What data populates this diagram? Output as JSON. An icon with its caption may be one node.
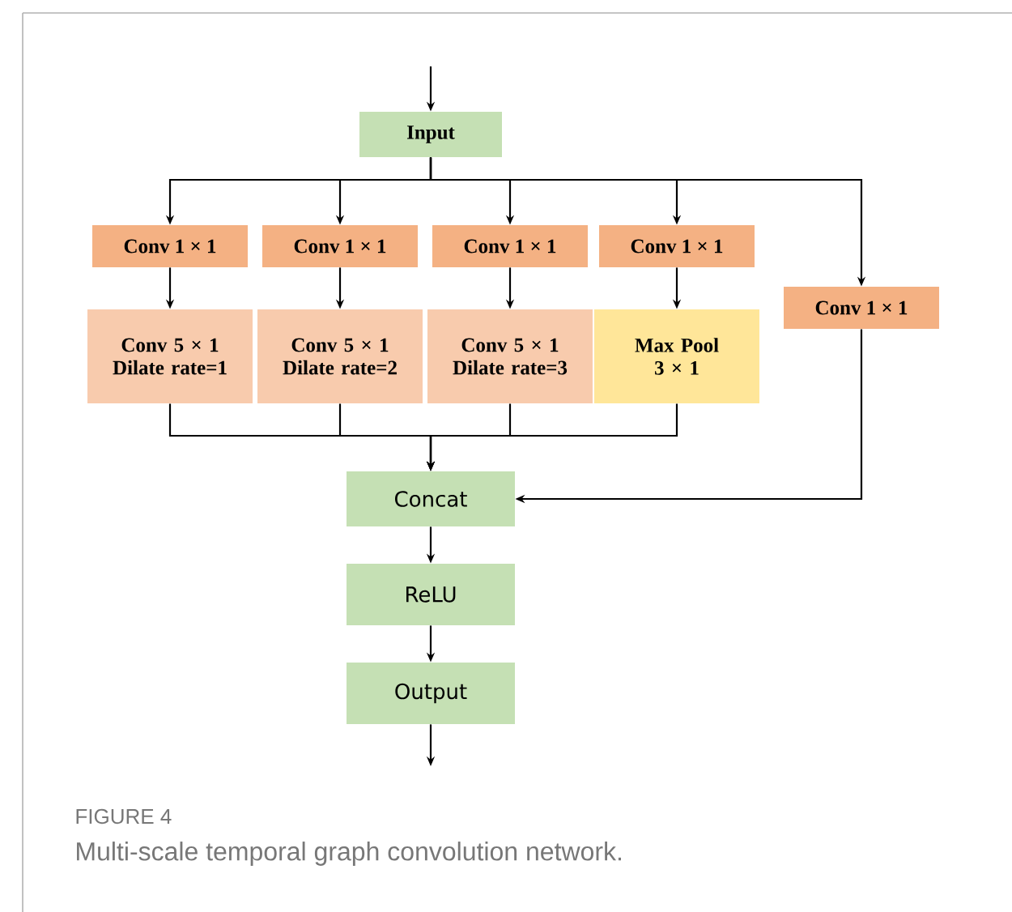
{
  "diagram": {
    "caption": "Multi-scale temporal graph convolution network.",
    "nodes": [
      {
        "text": [
          "Input"
        ]
      },
      {
        "text": [
          "Conv 1 × 1"
        ]
      },
      {
        "text": [
          "Conv 1 × 1"
        ]
      },
      {
        "text": [
          "Conv 1 × 1"
        ]
      },
      {
        "text": [
          "Conv 1 × 1"
        ]
      },
      {
        "text": [
          "Conv 1 × 1"
        ]
      },
      {
        "text": [
          "Conv 5 × 1 Dilate rate=1"
        ]
      },
      {
        "text": [
          "Conv 5 × 1 Dilate rate=2"
        ]
      },
      {
        "text": [
          "Conv 5 × 1 Dilate rate=3"
        ]
      },
      {
        "text": [
          "Max Pool 3 × 1"
        ]
      },
      {
        "text": [
          "Concat"
        ]
      },
      {
        "text": [
          "ReLU"
        ]
      },
      {
        "text": [
          "Output"
        ]
      }
    ],
    "edges": [
      {
        "from": null,
        "to": 0,
        "arrow": "to"
      },
      {
        "from": 0,
        "to": 1,
        "arrow": "to"
      },
      {
        "from": 0,
        "to": 2,
        "arrow": "to"
      },
      {
        "from": 0,
        "to": 3,
        "arrow": "to"
      },
      {
        "from": 0,
        "to": 4,
        "arrow": "to"
      },
      {
        "from": 0,
        "to": 5,
        "arrow": "to"
      },
      {
        "from": 1,
        "to": 6,
        "arrow": "to"
      },
      {
        "from": 2,
        "to": 7,
        "arrow": "to"
      },
      {
        "from": 3,
        "to": 8,
        "arrow": "to"
      },
      {
        "from": 4,
        "to": 9,
        "arrow": "to"
      },
      {
        "from": 6,
        "to": 10,
        "arrow": "to"
      },
      {
        "from": 7,
        "to": 10,
        "arrow": "to"
      },
      {
        "from": 8,
        "to": 10,
        "arrow": "to"
      },
      {
        "from": 9,
        "to": 10,
        "arrow": "to"
      },
      {
        "from": 5,
        "to": 10,
        "arrow": "to"
      },
      {
        "from": 10,
        "to": 11,
        "arrow": "to"
      },
      {
        "from": 11,
        "to": 12,
        "arrow": "to"
      },
      {
        "from": 12,
        "to": null,
        "arrow": "to"
      }
    ],
    "labels": [
      "FIGURE 4"
    ]
  }
}
